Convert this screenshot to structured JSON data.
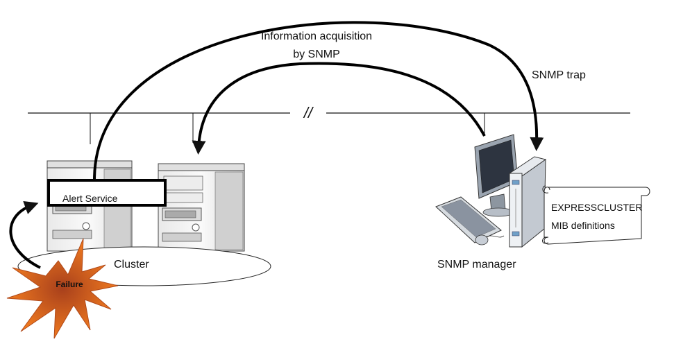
{
  "labels": {
    "info_line1": "Information acquisition",
    "info_line2": "by SNMP",
    "snmp_trap": "SNMP trap",
    "alert_service": "Alert Service",
    "cluster": "Cluster",
    "failure": "Failure",
    "snmp_manager": "SNMP manager",
    "mib_line1": "EXPRESSCLUSTER",
    "mib_line2": "MIB definitions",
    "network_break": "//"
  },
  "colors": {
    "line": "#111111",
    "failure_burst": "#e8651a",
    "failure_core": "#b8401a",
    "server_body": "#f2f2f2",
    "server_shade": "#c8c8c8",
    "monitor_screen": "#2d3440"
  },
  "icons": [
    "server-icon",
    "desktop-computer-icon",
    "scroll-document-icon",
    "explosion-icon"
  ]
}
